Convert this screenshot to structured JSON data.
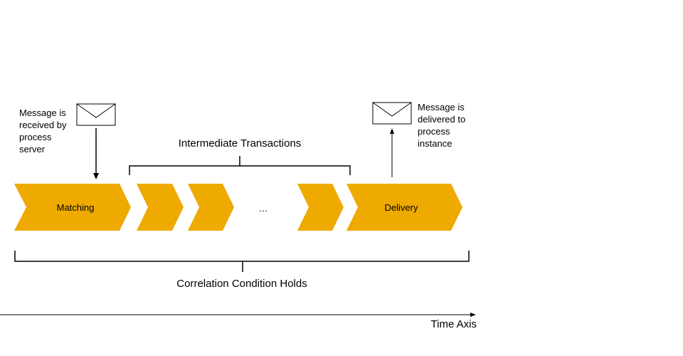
{
  "received_note": "Message is received by process server",
  "delivered_note": "Message is delivered to process instance",
  "intermediate_label": "Intermediate Transactions",
  "steps": {
    "matching": "Matching",
    "ellipsis": "…",
    "delivery": "Delivery"
  },
  "correlation_label": "Correlation Condition Holds",
  "time_axis_label": "Time Axis",
  "colors": {
    "chevron_fill": "#eeaa00",
    "line": "#000000"
  }
}
